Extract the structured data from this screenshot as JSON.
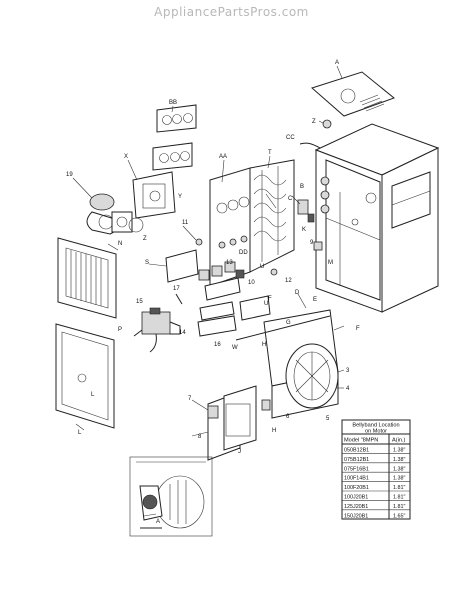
{
  "watermark": "AppliancePartsPros.com",
  "callouts": [
    "A",
    "Z",
    "CC",
    "BB",
    "X",
    "AA",
    "T",
    "C",
    "B",
    "K",
    "Y",
    "Z",
    "19",
    "N",
    "S",
    "11",
    "DD",
    "17",
    "U",
    "13",
    "12",
    "10",
    "U",
    "9",
    "M",
    "D",
    "E",
    "F",
    "G",
    "H",
    "F",
    "15",
    "P",
    "14",
    "16",
    "W",
    "3",
    "4",
    "5",
    "7",
    "8",
    "L",
    "L",
    "J",
    "6",
    "H",
    "A"
  ],
  "table": {
    "title": [
      "Bellyband Location",
      "on Motor"
    ],
    "headers": [
      "Model \"8MPN",
      "A(in.)"
    ],
    "rows": [
      [
        "050B12B1",
        "1.38\""
      ],
      [
        "075B12B1",
        "1.38\""
      ],
      [
        "075F16B1",
        "1.38\""
      ],
      [
        "100F14B1",
        "1.38\""
      ],
      [
        "100F20B1",
        "1.81\""
      ],
      [
        "100J20B1",
        "1.81\""
      ],
      [
        "125J20B1",
        "1.81\""
      ],
      [
        "150J20B1",
        "1.65\""
      ]
    ]
  }
}
